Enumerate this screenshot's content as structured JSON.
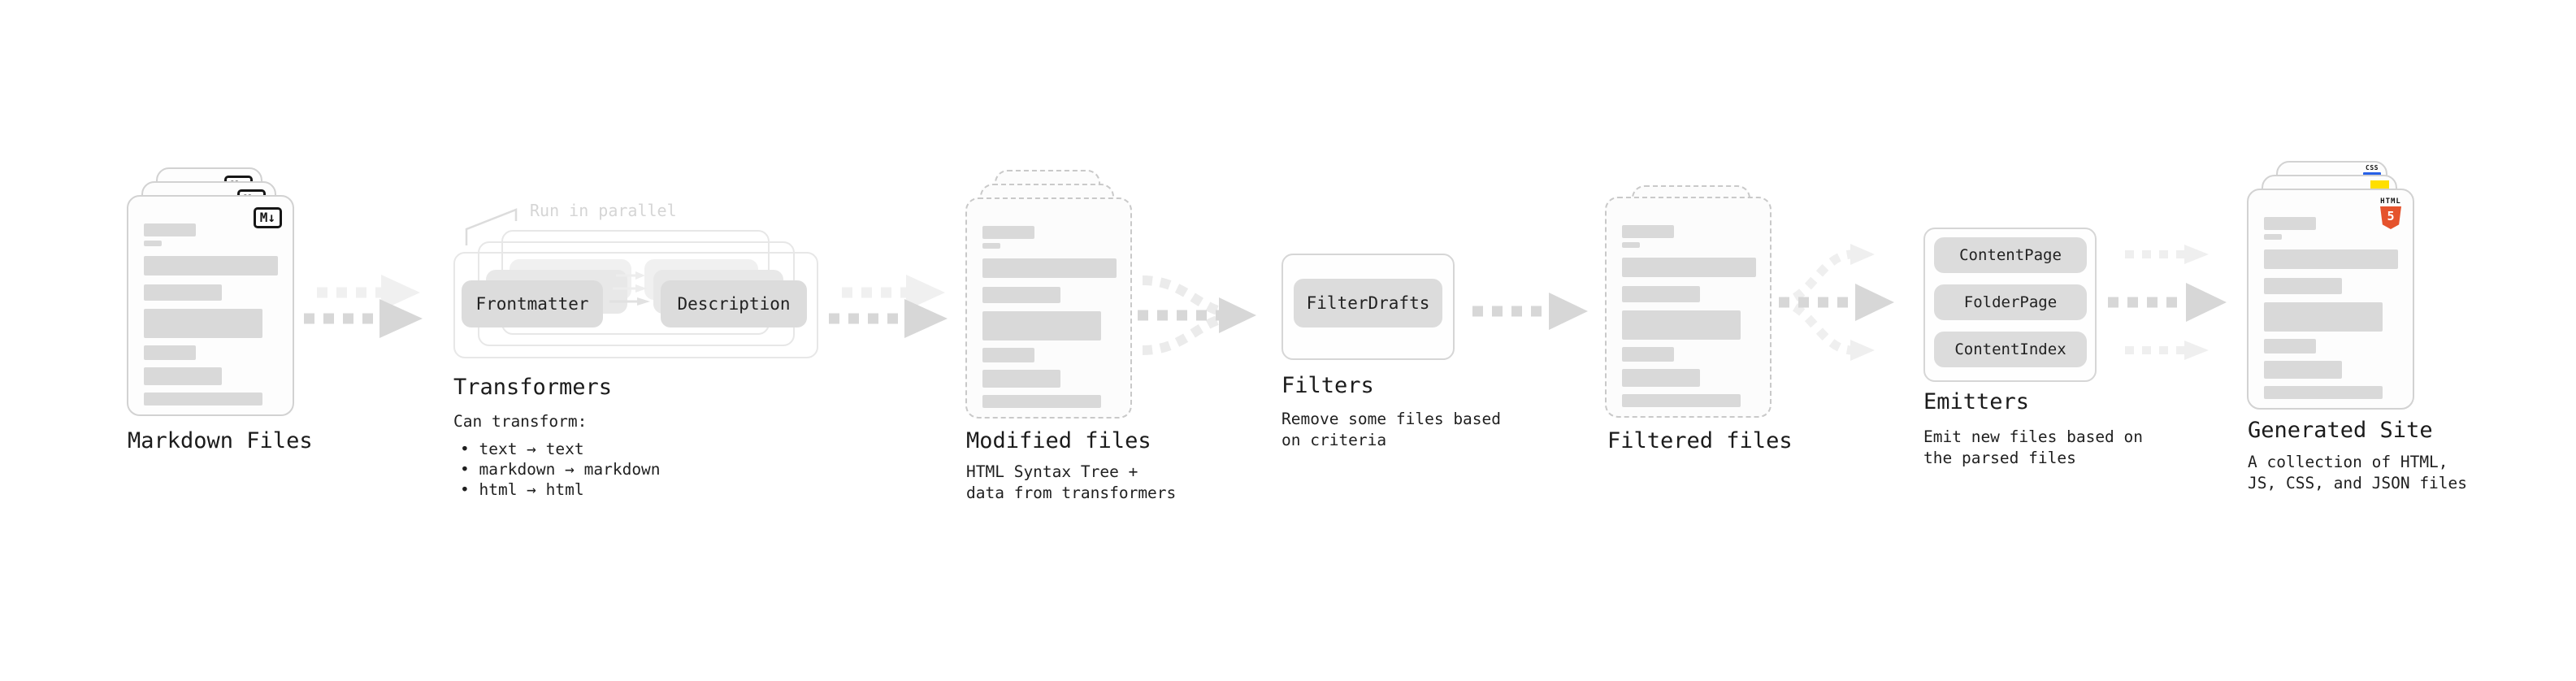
{
  "diagram": {
    "stages": {
      "markdown": {
        "label": "Markdown Files",
        "badge": "M↓"
      },
      "transformers": {
        "label": "Transformers",
        "note": "Run in parallel",
        "pill_left": "Frontmatter",
        "pill_right": "Description",
        "desc_title": "Can transform:",
        "bullets": [
          "• text → text",
          "• markdown → markdown",
          "• html → html"
        ]
      },
      "modified": {
        "label": "Modified files",
        "desc_line1": "HTML Syntax Tree +",
        "desc_line2": "data from transformers"
      },
      "filters": {
        "label": "Filters",
        "pill": "FilterDrafts",
        "desc_line1": "Remove some files based",
        "desc_line2": "on criteria"
      },
      "filtered": {
        "label": "Filtered files"
      },
      "emitters": {
        "label": "Emitters",
        "pill1": "ContentPage",
        "pill2": "FolderPage",
        "pill3": "ContentIndex",
        "desc_line1": "Emit new files based on",
        "desc_line2": "the parsed files"
      },
      "generated": {
        "label": "Generated Site",
        "desc_line1": "A collection of HTML,",
        "desc_line2": "JS, CSS, and JSON files",
        "css_icon_text": "CSS",
        "html_icon_text": "HTML",
        "html_icon_number": "5"
      }
    },
    "colors": {
      "html5_orange": "#e5532d",
      "js_yellow": "#ffdf00",
      "css_blue": "#2760e6",
      "bar_gray": "#d9d9d9",
      "pill_gray": "#dcdcdc",
      "arrow_gray": "#d7d7d7",
      "arrow_light": "#f0f0f0",
      "text": "#1b1b1b",
      "muted_note": "#d5d5d5"
    }
  }
}
